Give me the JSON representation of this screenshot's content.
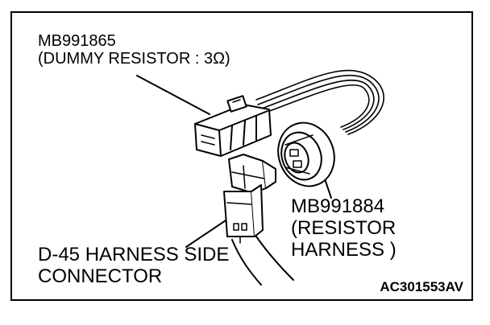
{
  "labels": {
    "dummy_resistor": {
      "line1": "MB991865",
      "line2": "(DUMMY RESISTOR : 3Ω)"
    },
    "resistor_harness": {
      "line1": "MB991884",
      "line2": "(RESISTOR",
      "line3": "HARNESS )"
    },
    "harness_connector": {
      "line1": "D-45 HARNESS SIDE",
      "line2": "CONNECTOR"
    }
  },
  "figure_code": "AC301553AV"
}
